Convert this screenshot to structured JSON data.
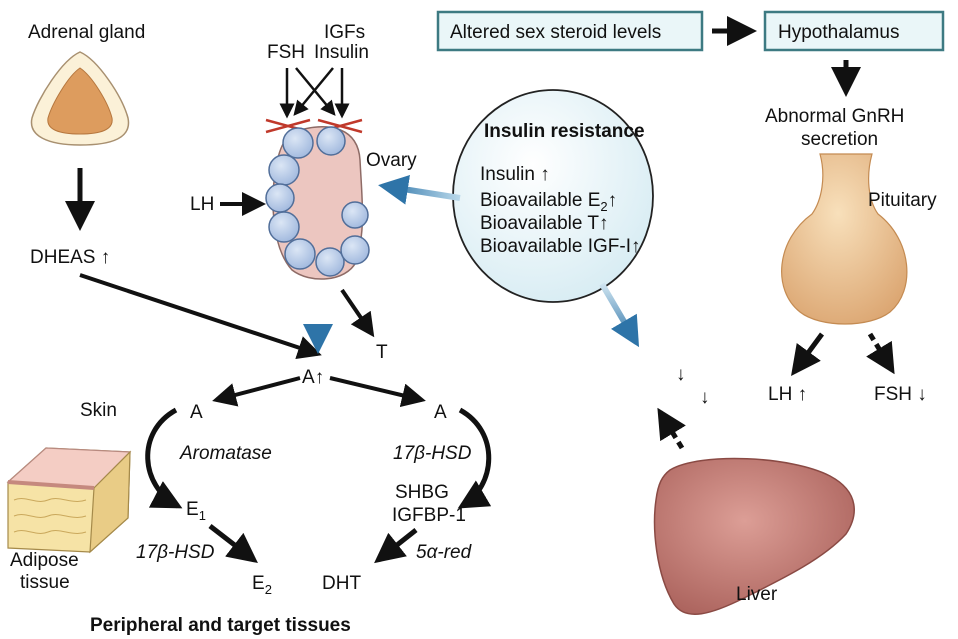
{
  "labels": {
    "adrenal_gland": "Adrenal gland",
    "fsh_top": "FSH",
    "igfs": "IGFs",
    "insulin": "Insulin",
    "ovary": "Ovary",
    "lh_left": "LH",
    "dheas": "DHEAS",
    "a_center": "A",
    "t": "T",
    "a_left": "A",
    "a_right": "A",
    "skin": "Skin",
    "aromatase": "Aromatase",
    "hsd_right": "17β-HSD",
    "e1": "E",
    "e1_sub": "1",
    "shbg": "SHBG",
    "igfbp": "IGFBP-1",
    "hsd_left": "17β-HSD",
    "five_alpha_red": "5α-red",
    "adipose_1": "Adipose",
    "adipose_2": "tissue",
    "e2": "E",
    "e2_sub": "2",
    "dht": "DHT",
    "peripheral": "Peripheral and target tissues",
    "altered": "Altered sex steroid levels",
    "hypothalamus": "Hypothalamus",
    "abnormal_1": "Abnormal GnRH",
    "abnormal_2": "secretion",
    "pituitary": "Pituitary",
    "lh_bottom": "LH",
    "fsh_bottom": "FSH",
    "liver": "Liver"
  },
  "insulin_resistance": {
    "title": "Insulin resistance",
    "items": [
      "Insulin",
      "Bioavailable E",
      "Bioavailable T",
      "Bioavailable IGF-I"
    ],
    "e2_sub": "2"
  },
  "symbols": {
    "up": "↑",
    "down": "↓"
  },
  "colors": {
    "box_border": "#3d7a82",
    "box_fill": "#eaf6f8",
    "bubble_fill": "#e9f5f8",
    "follicle": "#bccfe8",
    "ovary_stroma": "#ecc6c0",
    "liver": "#c8827c",
    "pituitary": "#f1cfa0",
    "blue_arrow": "#2e74a8",
    "block_x": "#c0392b"
  }
}
